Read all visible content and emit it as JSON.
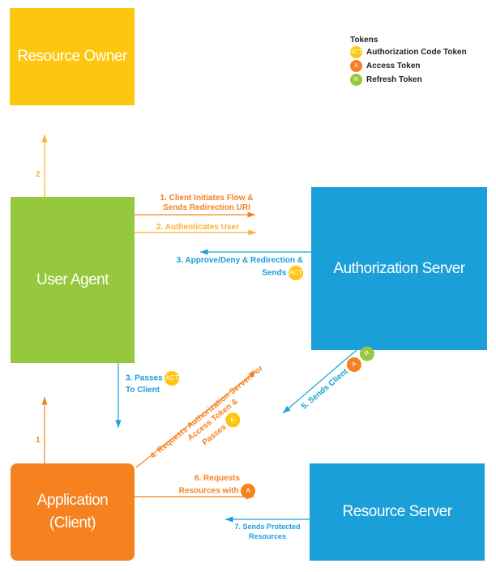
{
  "colors": {
    "yellow": "#FDC70F",
    "green": "#95C83D",
    "blue": "#1A9FD9",
    "orange": "#F5821F"
  },
  "nodes": {
    "resource_owner": "Resource Owner",
    "user_agent": "User Agent",
    "authorization_server": "Authorization Server",
    "application_line1": "Application",
    "application_line2": "(Client)",
    "resource_server": "Resource Server"
  },
  "legend": {
    "title": "Tokens",
    "items": [
      {
        "badge": "ACT",
        "label": "Authorization Code Token"
      },
      {
        "badge": "A",
        "label": "Access Token"
      },
      {
        "badge": "R",
        "label": "Refresh Token"
      }
    ]
  },
  "steps": {
    "s1_line1": "1. Client Initiates Flow &",
    "s1_line2": "Sends Redirection URI",
    "s2": "2. Authenticates User",
    "s3_line1": "3. Approve/Deny & Redirection &",
    "s3_line2": "Sends",
    "s3b_line1": "3. Passes",
    "s3b_line2": "To Client",
    "s4_line1": "4. Requests Authorization Server For",
    "s4_line2": "Access Token &",
    "s4_line3": "Passes",
    "s5": "5. Sends Client",
    "s6_line1": "6. Requests",
    "s6_line2": "Resources with",
    "s7_line1": "7. Sends Protected",
    "s7_line2": "Resources",
    "owner_arrow": "2",
    "client_arrow": "1"
  }
}
